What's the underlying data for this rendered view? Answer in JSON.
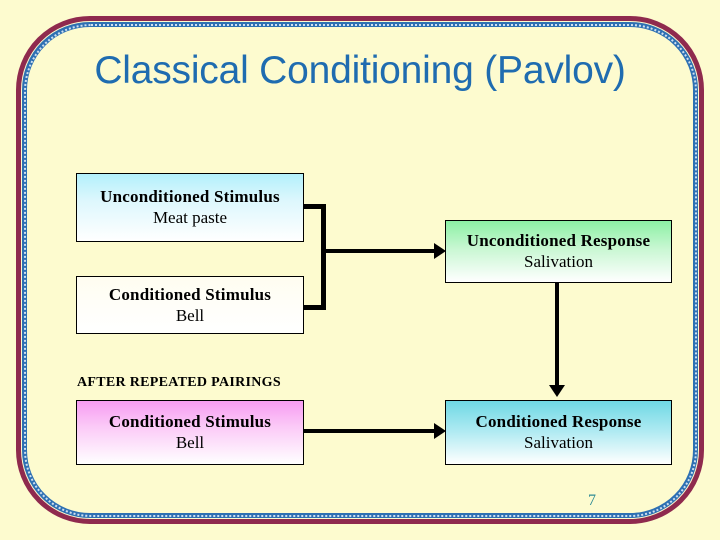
{
  "slide": {
    "title": "Classical Conditioning (Pavlov)",
    "page_number": "7",
    "caption": "AFTER REPEATED PAIRINGS",
    "background_color": "#fdfbcf",
    "title_color": "#1f6cb0",
    "frame_outer_color": "#8f2a4e",
    "frame_inner_color": "#2e70b3",
    "page_number_color": "#2e8b94"
  },
  "diagram": {
    "boxes": [
      {
        "id": "unconditioned-stimulus",
        "line1": "Unconditioned Stimulus",
        "line2": "Meat paste",
        "accent_color": "#b3f0fb"
      },
      {
        "id": "conditioned-stimulus",
        "line1": "Conditioned Stimulus",
        "line2": "Bell",
        "accent_color": "#fffdf0"
      },
      {
        "id": "unconditioned-response",
        "line1": "Unconditioned Response",
        "line2": "Salivation",
        "accent_color": "#8cf0a4"
      },
      {
        "id": "conditioned-stimulus-after",
        "line1": "Conditioned Stimulus",
        "line2": "Bell",
        "accent_color": "#f79cf2"
      },
      {
        "id": "conditioned-response",
        "line1": "Conditioned Response",
        "line2": "Salivation",
        "accent_color": "#6fd8e4"
      }
    ],
    "connectors": [
      {
        "id": "pairing-bracket",
        "from": "unconditioned-stimulus + conditioned-stimulus",
        "to": "unconditioned-response",
        "style": "bracket-arrow"
      },
      {
        "id": "response-transfer",
        "from": "unconditioned-response",
        "to": "conditioned-response",
        "style": "vertical-arrow"
      },
      {
        "id": "conditioned-link",
        "from": "conditioned-stimulus-after",
        "to": "conditioned-response",
        "style": "horizontal-arrow"
      }
    ]
  }
}
